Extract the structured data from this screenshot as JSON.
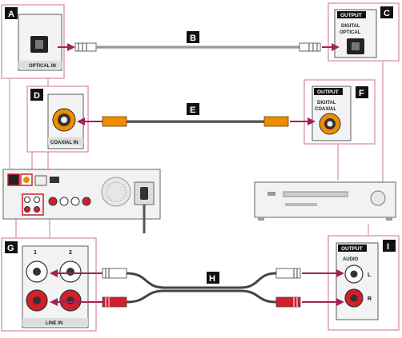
{
  "labels": {
    "a": "A",
    "b": "B",
    "c": "C",
    "d": "D",
    "e": "E",
    "f": "F",
    "g": "G",
    "h": "H",
    "i": "I"
  },
  "texts": {
    "optical_in": "OPTICAL IN",
    "output_c": "OUTPUT",
    "digital_c": "DIGITAL",
    "optical_c": "OPTICAL",
    "coaxial_in": "COAXIAL IN",
    "output_f": "OUTPUT",
    "digital_f": "DIGITAL",
    "coaxial_f": "COAXIAL",
    "line_in": "LINE IN",
    "ch1": "1",
    "ch2": "2",
    "output_i": "OUTPUT",
    "audio_i": "AUDIO",
    "l_i": "L",
    "r_i": "R"
  },
  "colors": {
    "callout": "#c2185b",
    "arrow": "#a0205a",
    "cable_optical": "#8a8a8a",
    "cable_coax": "#f08c00",
    "plug_red": "#d41e2a",
    "plug_white": "#ffffff"
  }
}
